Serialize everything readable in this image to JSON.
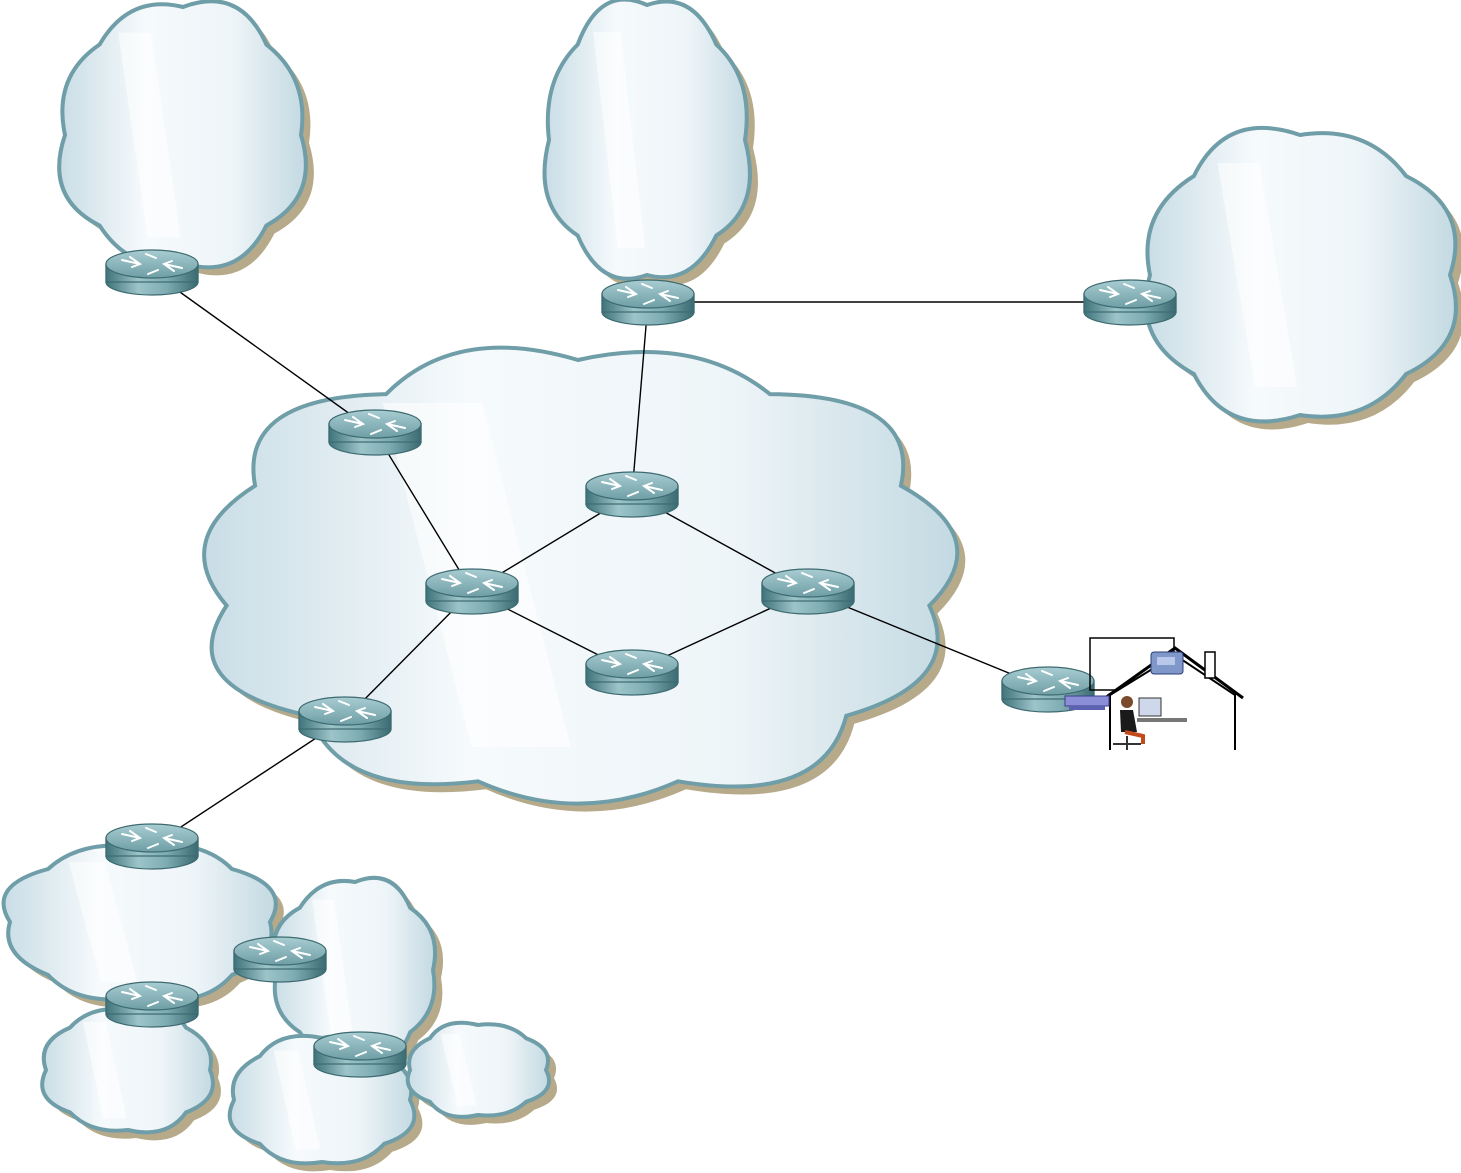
{
  "diagram": {
    "type": "network topology",
    "clouds": [
      {
        "id": "branch-top-left"
      },
      {
        "id": "branch-top-middle"
      },
      {
        "id": "branch-right"
      },
      {
        "id": "core"
      },
      {
        "id": "lower-left-cluster-1"
      },
      {
        "id": "lower-left-cluster-2"
      },
      {
        "id": "lower-left-cluster-3"
      },
      {
        "id": "lower-left-cluster-4"
      },
      {
        "id": "lower-left-cluster-5"
      }
    ],
    "routers": [
      {
        "id": "r-top-left"
      },
      {
        "id": "r-top-middle"
      },
      {
        "id": "r-right"
      },
      {
        "id": "r-core-top-left"
      },
      {
        "id": "r-core-center"
      },
      {
        "id": "r-core-left"
      },
      {
        "id": "r-core-right"
      },
      {
        "id": "r-core-bottom"
      },
      {
        "id": "r-core-lower-left"
      },
      {
        "id": "r-home"
      },
      {
        "id": "r-cluster-top"
      },
      {
        "id": "r-cluster-mid"
      },
      {
        "id": "r-cluster-left"
      },
      {
        "id": "r-cluster-bottom"
      }
    ],
    "links": [
      [
        "r-top-left",
        "r-core-top-left"
      ],
      [
        "r-top-middle",
        "r-core-center"
      ],
      [
        "r-top-middle",
        "r-right"
      ],
      [
        "r-core-top-left",
        "r-core-left"
      ],
      [
        "r-core-center",
        "r-core-left"
      ],
      [
        "r-core-center",
        "r-core-right"
      ],
      [
        "r-core-left",
        "r-core-bottom"
      ],
      [
        "r-core-bottom",
        "r-core-right"
      ],
      [
        "r-core-left",
        "r-core-lower-left"
      ],
      [
        "r-core-lower-left",
        "r-cluster-top"
      ],
      [
        "r-core-right",
        "r-home"
      ]
    ],
    "home_office": {
      "icon": "home-office-icon"
    },
    "colors": {
      "cloud": "#dbe9ef",
      "cloud_edge": "#6f9ea8",
      "router": "#5e9199",
      "link": "#000000"
    }
  }
}
